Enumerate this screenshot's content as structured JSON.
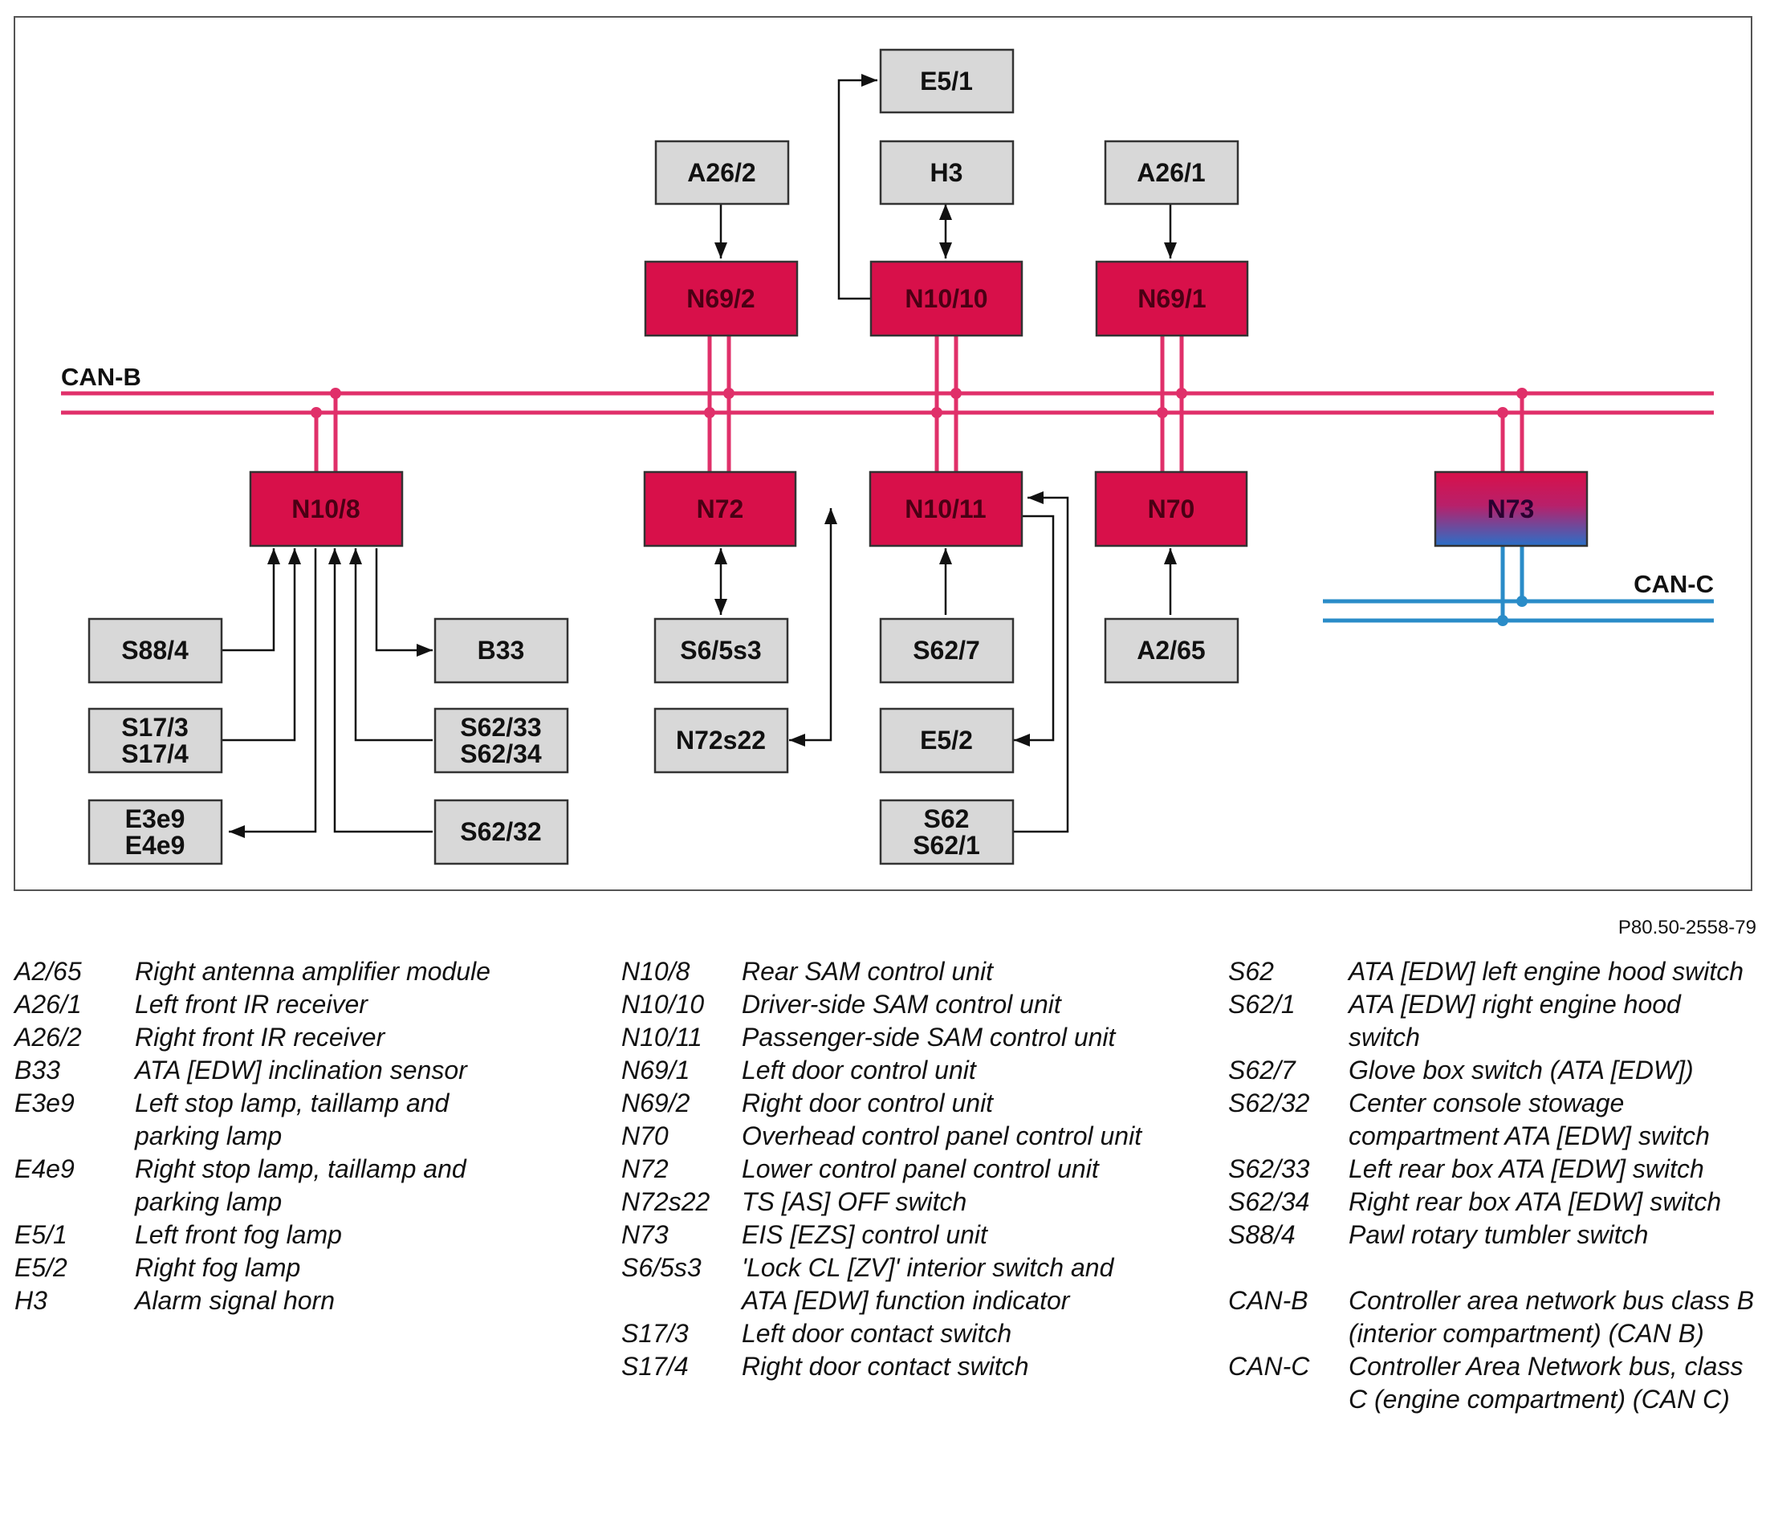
{
  "diagram": {
    "bus_b_label": "CAN-B",
    "bus_c_label": "CAN-C",
    "colors": {
      "bus_b": "#e0306a",
      "bus_c": "#2a8cc8",
      "control_unit": "#d8104a",
      "component": "#d8d8d8",
      "frame": "#555555"
    },
    "boxes": {
      "e51": "E5/1",
      "a262": "A26/2",
      "h3": "H3",
      "a261": "A26/1",
      "n692": "N69/2",
      "n1010": "N10/10",
      "n691": "N69/1",
      "n108": "N10/8",
      "n72": "N72",
      "n1011": "N10/11",
      "n70": "N70",
      "n73": "N73",
      "s884": "S88/4",
      "s173_a": "S17/3",
      "s173_b": "S17/4",
      "e3e9_a": "E3e9",
      "e3e9_b": "E4e9",
      "b33": "B33",
      "s6233_a": "S62/33",
      "s6233_b": "S62/34",
      "s6232": "S62/32",
      "s65s3": "S6/5s3",
      "n72s22": "N72s22",
      "s627": "S62/7",
      "e52": "E5/2",
      "s62_a": "S62",
      "s62_b": "S62/1",
      "a265": "A2/65"
    }
  },
  "reference": "P80.50-2558-79",
  "legend": {
    "col1": [
      {
        "code": "A2/65",
        "desc": "Right antenna amplifier module"
      },
      {
        "code": "A26/1",
        "desc": "Left front IR receiver"
      },
      {
        "code": "A26/2",
        "desc": "Right front IR receiver"
      },
      {
        "code": "B33",
        "desc": "ATA [EDW] inclination sensor"
      },
      {
        "code": "E3e9",
        "desc": "Left stop lamp, taillamp and parking lamp"
      },
      {
        "code": "E4e9",
        "desc": "Right stop lamp, taillamp and parking lamp"
      },
      {
        "code": "E5/1",
        "desc": "Left front fog lamp"
      },
      {
        "code": "E5/2",
        "desc": "Right fog lamp"
      },
      {
        "code": "H3",
        "desc": "Alarm signal horn"
      }
    ],
    "col2": [
      {
        "code": "N10/8",
        "desc": "Rear SAM control unit"
      },
      {
        "code": "N10/10",
        "desc": "Driver-side SAM control unit"
      },
      {
        "code": "N10/11",
        "desc": "Passenger-side SAM control unit"
      },
      {
        "code": "N69/1",
        "desc": "Left door control unit"
      },
      {
        "code": "N69/2",
        "desc": "Right door control unit"
      },
      {
        "code": "N70",
        "desc": "Overhead control panel control unit"
      },
      {
        "code": "N72",
        "desc": "Lower control panel control unit"
      },
      {
        "code": "N72s22",
        "desc": "TS [AS] OFF switch"
      },
      {
        "code": "N73",
        "desc": "EIS [EZS] control unit"
      },
      {
        "code": "S6/5s3",
        "desc": "'Lock CL [ZV]' interior switch and ATA [EDW] function indicator"
      },
      {
        "code": "S17/3",
        "desc": "Left door contact switch"
      },
      {
        "code": "S17/4",
        "desc": "Right door contact switch"
      }
    ],
    "col3": [
      {
        "code": "S62",
        "desc": "ATA [EDW] left engine hood switch"
      },
      {
        "code": "S62/1",
        "desc": "ATA [EDW] right engine hood switch"
      },
      {
        "code": "S62/7",
        "desc": "Glove box switch (ATA [EDW])"
      },
      {
        "code": "S62/32",
        "desc": "Center console stowage compartment ATA [EDW] switch"
      },
      {
        "code": "S62/33",
        "desc": "Left rear box ATA [EDW] switch"
      },
      {
        "code": "S62/34",
        "desc": "Right rear box ATA [EDW] switch"
      },
      {
        "code": "S88/4",
        "desc": "Pawl rotary tumbler switch"
      },
      {
        "code": "CAN-B",
        "desc": "Controller area network bus class B (interior compartment) (CAN B)"
      },
      {
        "code": "CAN-C",
        "desc": "Controller Area Network bus, class C (engine compartment) (CAN C)"
      }
    ]
  }
}
